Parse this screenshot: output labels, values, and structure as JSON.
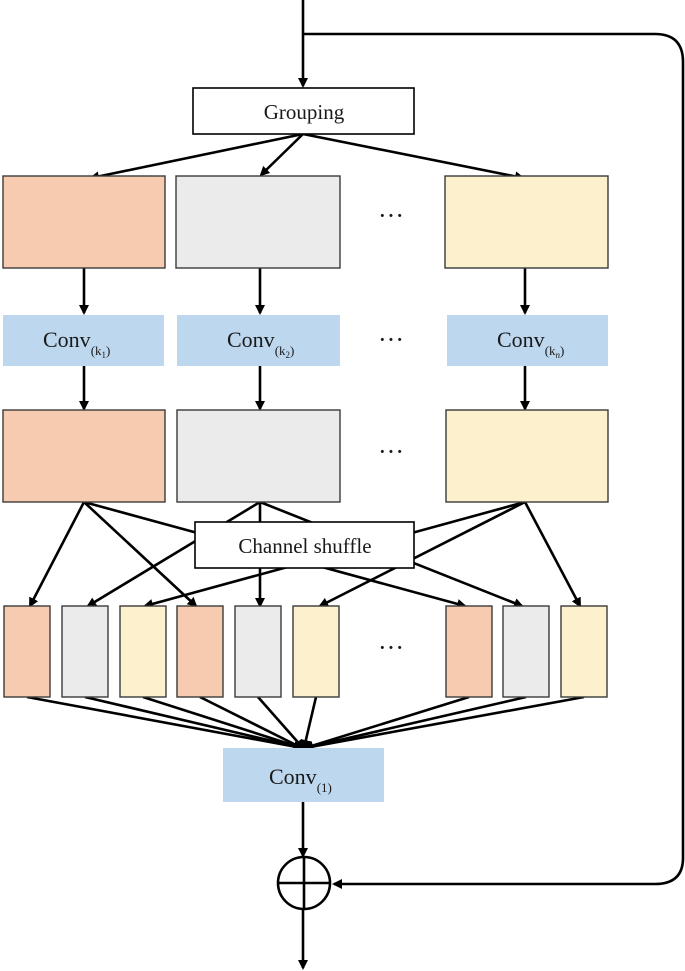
{
  "labels": {
    "grouping": "Grouping",
    "shuffle": "Channel shuffle",
    "conv": "Conv",
    "sub_k1": "(k",
    "sub_k1_idx": "1",
    "sub_k1_close": ")",
    "sub_k2": "(k",
    "sub_k2_idx": "2",
    "sub_k2_close": ")",
    "sub_kn": "(k",
    "sub_kn_idx": "n",
    "sub_kn_close": ")",
    "sub_one": "(1)",
    "ellipsis": "···"
  },
  "colors": {
    "group1": "#f7cbb0",
    "group2": "#ebebeb",
    "group3": "#fdf0cc",
    "conv": "#bdd7ee",
    "stroke": "#000000"
  },
  "shuffled_order": [
    "group1",
    "group2",
    "group3",
    "group1",
    "group2",
    "group3",
    "group1",
    "group2",
    "group3"
  ]
}
